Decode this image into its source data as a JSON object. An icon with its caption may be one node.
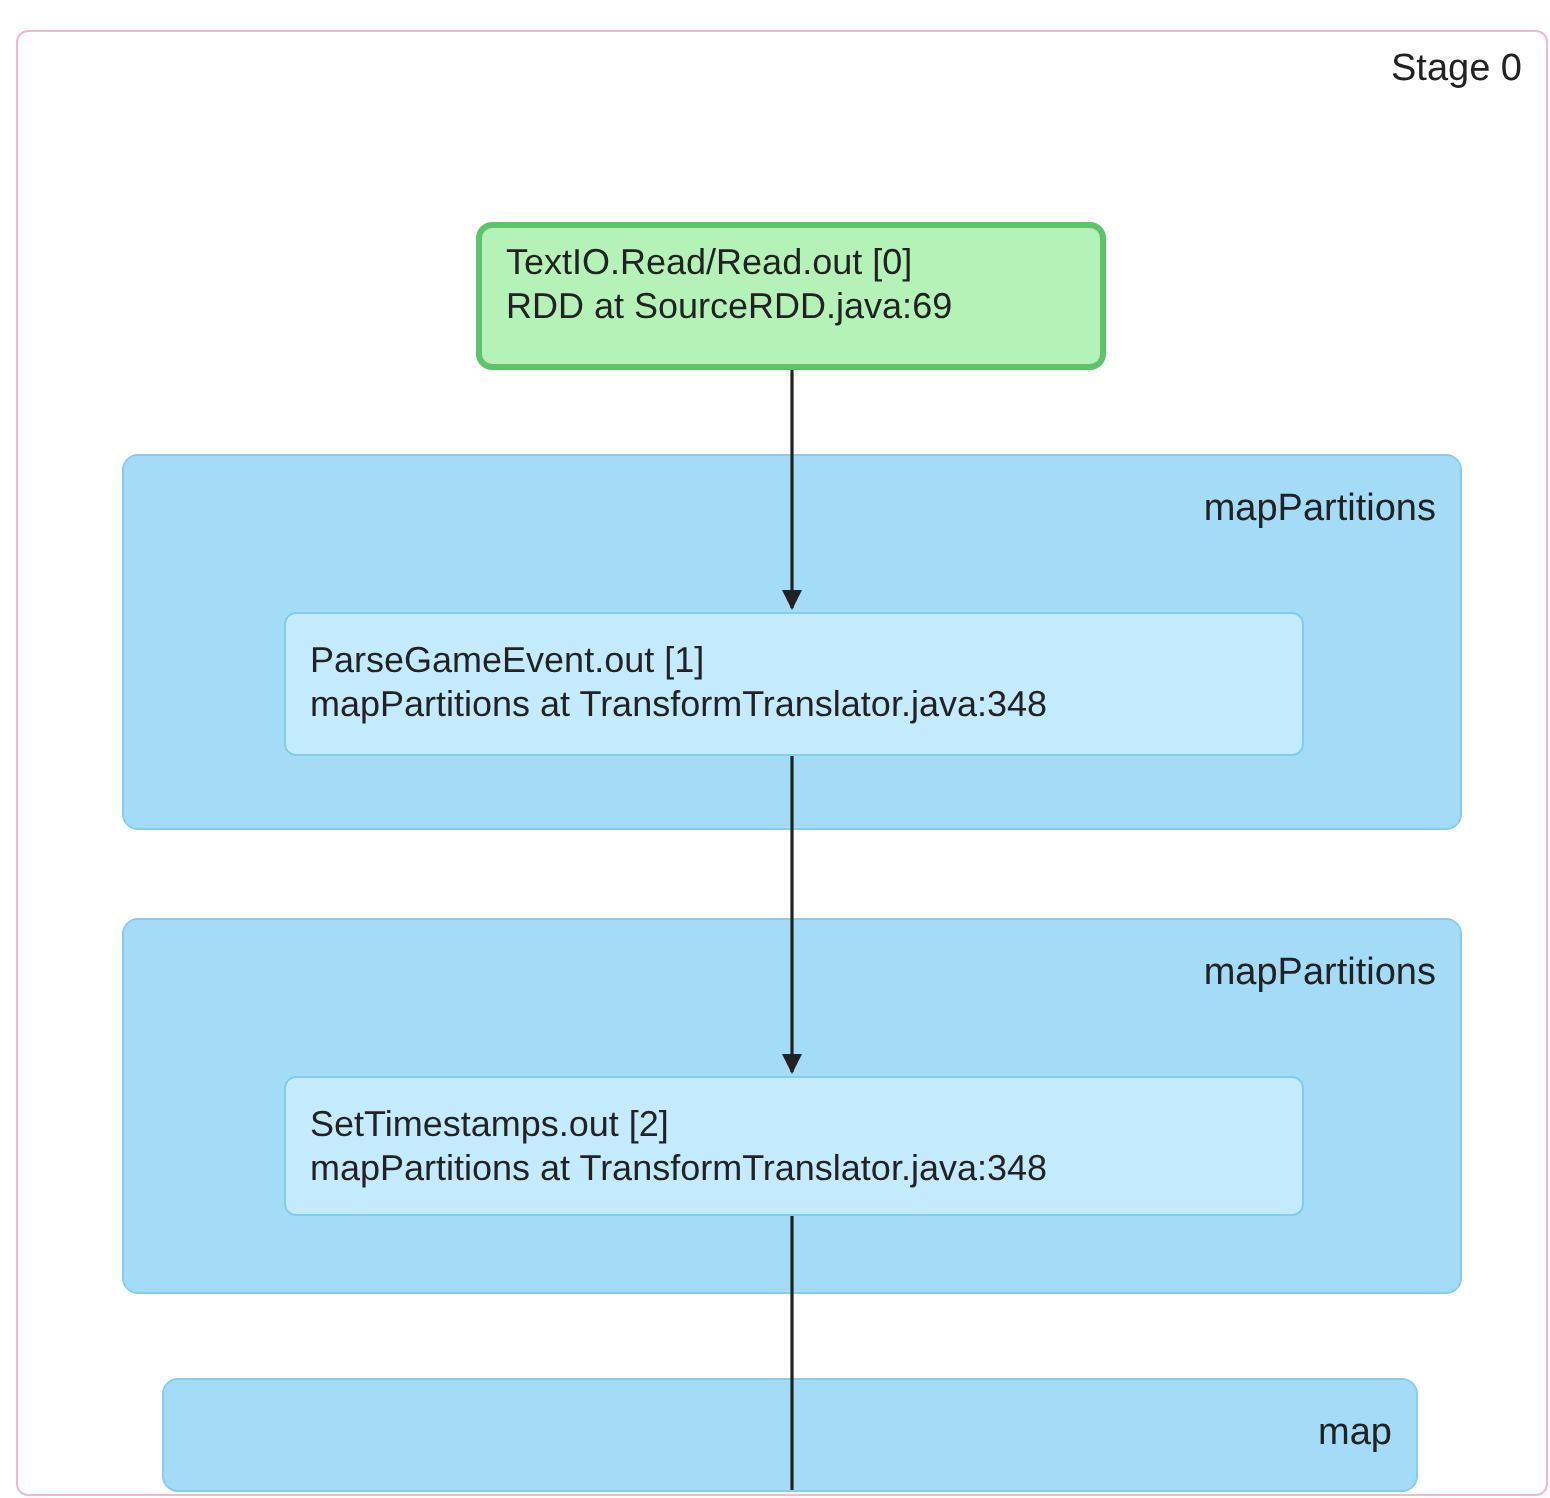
{
  "diagram": {
    "nodes": [
      {
        "text": [
          "Stage 0"
        ]
      },
      {
        "text": [
          "TextIO.Read/Read.out [0]",
          "RDD at SourceRDD.java:69"
        ],
        "in": 0
      },
      {
        "text": [
          "mapPartitions"
        ],
        "in": 0
      },
      {
        "text": [
          "ParseGameEvent.out [1]",
          "mapPartitions at TransformTranslator.java:348"
        ],
        "in": 2
      },
      {
        "text": [
          "mapPartitions"
        ],
        "in": 0
      },
      {
        "text": [
          "SetTimestamps.out [2]",
          "mapPartitions at TransformTranslator.java:348"
        ],
        "in": 4
      },
      {
        "text": [
          "map"
        ],
        "in": 0
      }
    ],
    "edges": [
      {
        "from": 1,
        "to": 3,
        "arrow": "to"
      },
      {
        "from": 3,
        "to": 5,
        "arrow": "to"
      },
      {
        "from": 5,
        "to": 6,
        "arrow": "none"
      }
    ]
  }
}
